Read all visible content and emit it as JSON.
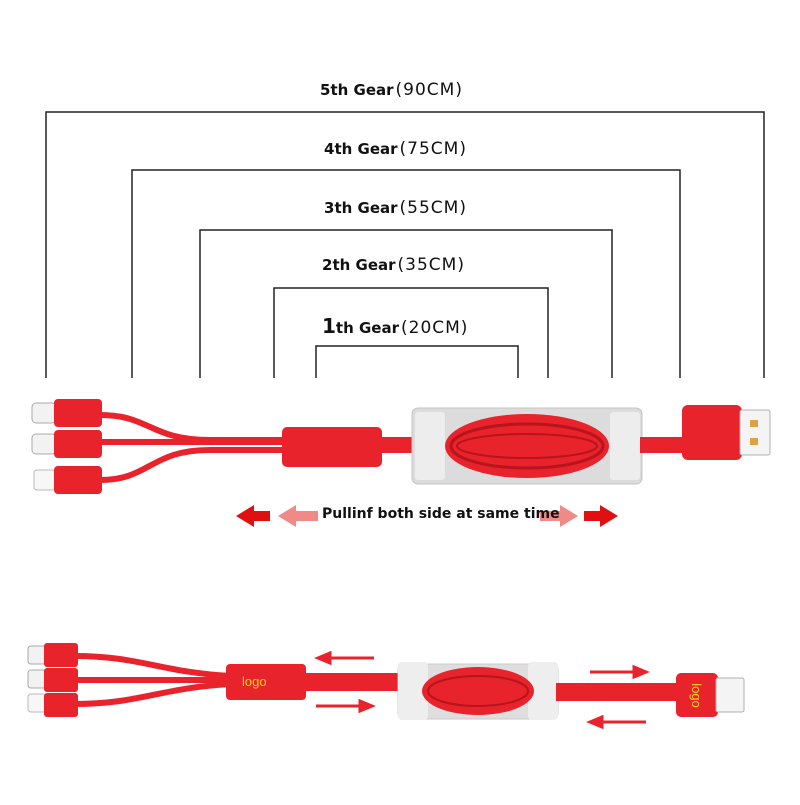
{
  "gears": [
    {
      "level": "1",
      "label": "th Gear",
      "length": "(20CM)"
    },
    {
      "level": "2",
      "label": "th Gear",
      "length": "(35CM)"
    },
    {
      "level": "3",
      "label": "th Gear",
      "length": "(55CM)"
    },
    {
      "level": "4",
      "label": "th Gear",
      "length": "(75CM)"
    },
    {
      "level": "5",
      "label": "th Gear",
      "length": "(90CM)"
    }
  ],
  "instruction": "Pullinf both side at same time",
  "logo_text": "logo",
  "colors": {
    "cable_red": "#e8232c",
    "dark_red": "#b8141b",
    "arrow_red": "#e01010",
    "arrow_light": "#f08a86",
    "line": "#222222"
  }
}
